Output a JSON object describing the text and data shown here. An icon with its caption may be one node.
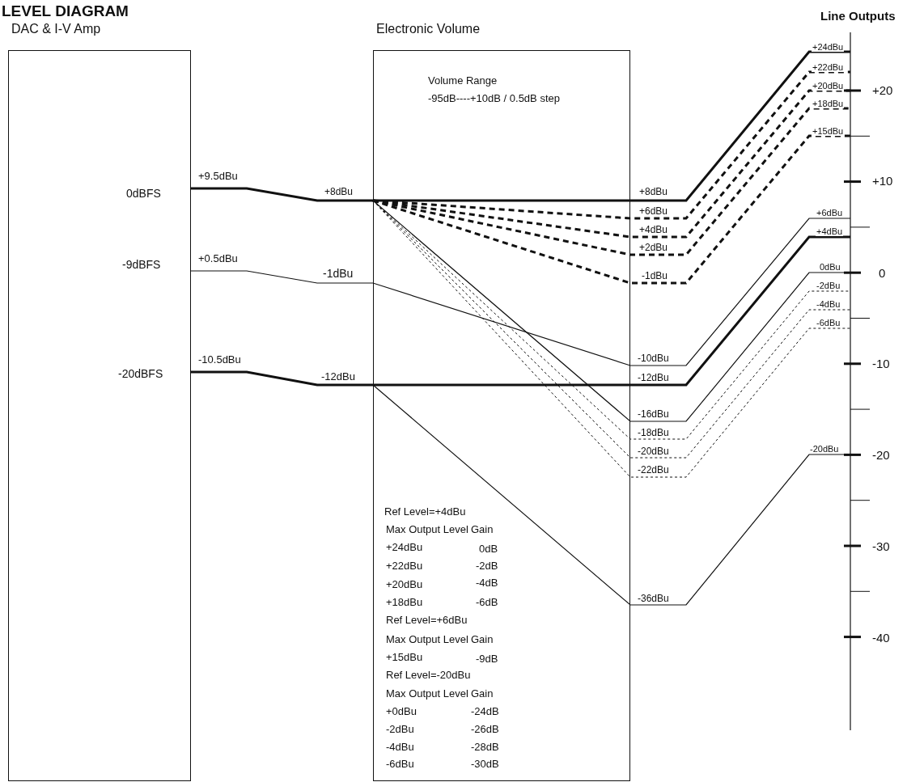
{
  "diagram": {
    "title": "LEVEL DIAGRAM",
    "nodes": [
      {
        "text": [
          "DAC & I-V Amp"
        ]
      },
      {
        "text": [
          "Electronic Volume",
          "Volume Range",
          "-95dB----+10dB / 0.5dB step"
        ]
      }
    ],
    "labels": [
      "Line Outputs",
      "+24dBu",
      "+22dBu",
      "+20dBu",
      "+18dBu",
      "+15dBu",
      "+20",
      "0dBFS",
      "+9.5dBu",
      "+8dBu",
      "+8dBu",
      "+10",
      "+6dBu",
      "+6dBu",
      "+4dBu",
      "+4dBu",
      "+2dBu",
      "+0.5dBu",
      "-9dBFS",
      "-1dBu",
      "-1dBu",
      "0dBu",
      "0",
      "-2dBu",
      "-4dBu",
      "-6dBu",
      "-10.5dBu",
      "-20dBFS",
      "-12dBu",
      "-10dBu",
      "-12dBu",
      "-10",
      "-16dBu",
      "-18dBu",
      "-20dBu",
      "-20dBu",
      "-20",
      "-22dBu",
      "-30",
      "-36dBu",
      "-40",
      "Ref Level=+4dBu",
      "Max Output Level",
      "Gain",
      "+24dBu",
      "0dB",
      "+22dBu",
      "-2dB",
      "+20dBu",
      "-4dB",
      "+18dBu",
      "-6dB",
      "Ref Level=+6dBu",
      "Max Output Level",
      "Gain",
      "+15dBu",
      "-9dB",
      "Ref Level=-20dBu",
      "Max Output Level",
      "Gain",
      "+0dBu",
      "-24dB",
      "-2dBu",
      "-26dB",
      "-4dBu",
      "-28dB",
      "-6dBu",
      "-30dB"
    ]
  }
}
